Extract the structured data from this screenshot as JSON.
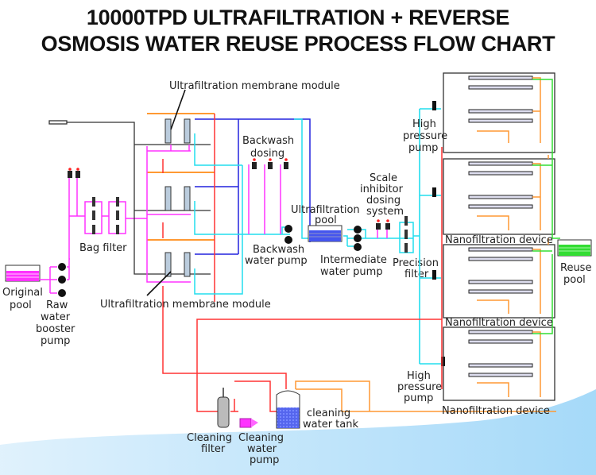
{
  "title": {
    "line1": "10000TPD ULTRAFILTRATION + REVERSE",
    "line2": "OSMOSIS WATER REUSE PROCESS FLOW CHART"
  },
  "labels": {
    "uf_module_top": "Ultrafiltration membrane module",
    "uf_module_bottom": "Ultrafiltration membrane module",
    "backwash_dosing": [
      "Backwash",
      "dosing"
    ],
    "backwash_pump": [
      "Backwash",
      "water pump"
    ],
    "uf_pool": [
      "Ultrafiltration",
      "pool"
    ],
    "scale_inhibitor": [
      "Scale",
      "inhibitor",
      "dosing",
      "system"
    ],
    "intermediate_pump": [
      "Intermediate",
      "water pump"
    ],
    "precision_filter": [
      "Precision",
      "filter"
    ],
    "high_pressure_top": [
      "High",
      "pressure",
      "pump"
    ],
    "high_pressure_bottom": [
      "High",
      "pressure",
      "pump"
    ],
    "nf_device_1": "Nanofiltration device",
    "nf_device_2": "Nanofiltration device",
    "nf_device_3": "Nanofiltration device",
    "reuse_pool": [
      "Reuse",
      "pool"
    ],
    "bag_filter": "Bag filter",
    "original_pool": [
      "Original",
      "pool"
    ],
    "raw_pump": [
      "Raw",
      "water",
      "booster",
      "pump"
    ],
    "cleaning_filter": [
      "Cleaning",
      "filter"
    ],
    "cleaning_pump": [
      "Cleaning",
      "water",
      "pump"
    ],
    "cleaning_tank": [
      "cleaning",
      "water tank"
    ]
  },
  "colors": {
    "raw_line": "#ff33ff",
    "uf_product": "#2222dd",
    "backwash": "#22ddee",
    "cleaning": "#ff3333",
    "concentrate": "#ff9933",
    "permeate": "#33dd33",
    "frame": "#333333"
  }
}
